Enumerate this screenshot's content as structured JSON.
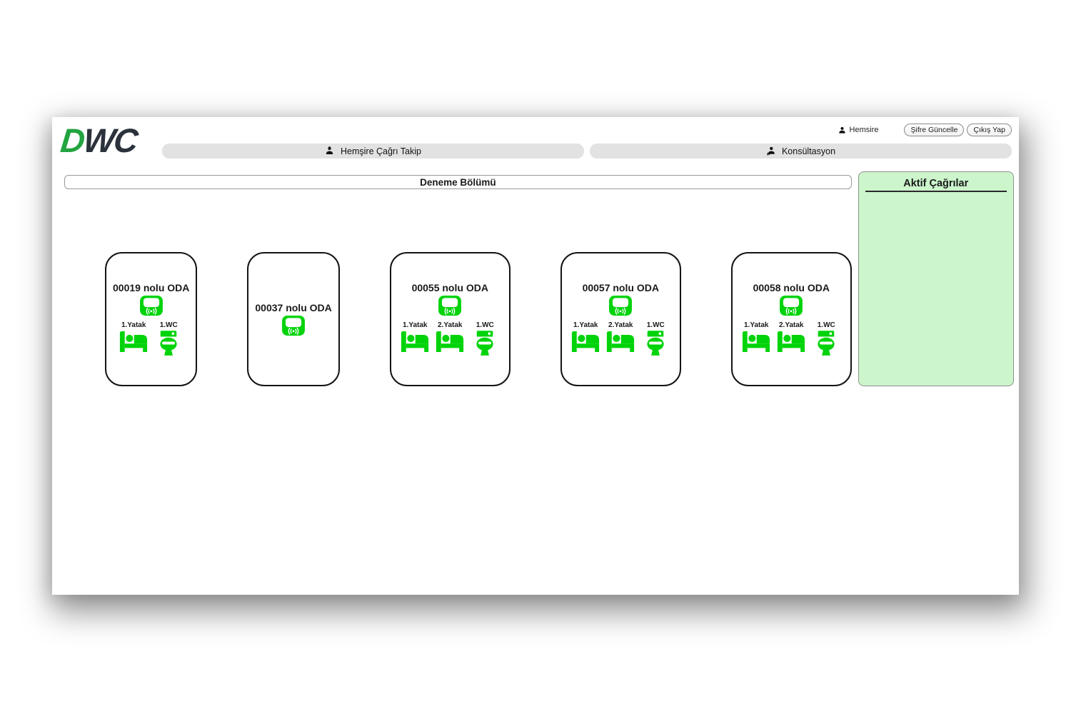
{
  "colors": {
    "accent_green": "#00d30a",
    "logo_green": "#23a440",
    "logo_dark": "#2c323c",
    "panel_green_bg": "#ccf5cc",
    "tab_bg": "#e2e2e2"
  },
  "header": {
    "logo_part1": "D",
    "logo_part2": "WC",
    "user": {
      "icon": "person-icon",
      "name": "Hemsire"
    },
    "password_button_label": "Şifre Güncelle",
    "logout_button_label": "Çıkış Yap",
    "tabs": [
      {
        "icon": "nurse-icon",
        "label": "Hemşire Çağrı Takip"
      },
      {
        "icon": "consultation-icon",
        "label": "Konsültasyon"
      }
    ]
  },
  "section": {
    "title": "Deneme Bölümü"
  },
  "active_calls": {
    "title": "Aktif Çağrılar",
    "items": []
  },
  "rooms": [
    {
      "title": "00019 nolu ODA",
      "device_icon": "call-terminal-icon",
      "units": [
        {
          "type": "bed",
          "icon": "bed-icon",
          "label": "1.Yatak"
        },
        {
          "type": "wc",
          "icon": "toilet-icon",
          "label": "1.WC"
        }
      ]
    },
    {
      "title": "00037 nolu ODA",
      "device_icon": "call-terminal-icon",
      "units": []
    },
    {
      "title": "00055 nolu ODA",
      "device_icon": "call-terminal-icon",
      "units": [
        {
          "type": "bed",
          "icon": "bed-icon",
          "label": "1.Yatak"
        },
        {
          "type": "bed",
          "icon": "bed-icon",
          "label": "2.Yatak"
        },
        {
          "type": "wc",
          "icon": "toilet-icon",
          "label": "1.WC"
        }
      ]
    },
    {
      "title": "00057 nolu ODA",
      "device_icon": "call-terminal-icon",
      "units": [
        {
          "type": "bed",
          "icon": "bed-icon",
          "label": "1.Yatak"
        },
        {
          "type": "bed",
          "icon": "bed-icon",
          "label": "2.Yatak"
        },
        {
          "type": "wc",
          "icon": "toilet-icon",
          "label": "1.WC"
        }
      ]
    },
    {
      "title": "00058 nolu ODA",
      "device_icon": "call-terminal-icon",
      "units": [
        {
          "type": "bed",
          "icon": "bed-icon",
          "label": "1.Yatak"
        },
        {
          "type": "bed",
          "icon": "bed-icon",
          "label": "2.Yatak"
        },
        {
          "type": "wc",
          "icon": "toilet-icon",
          "label": "1.WC"
        }
      ]
    }
  ]
}
